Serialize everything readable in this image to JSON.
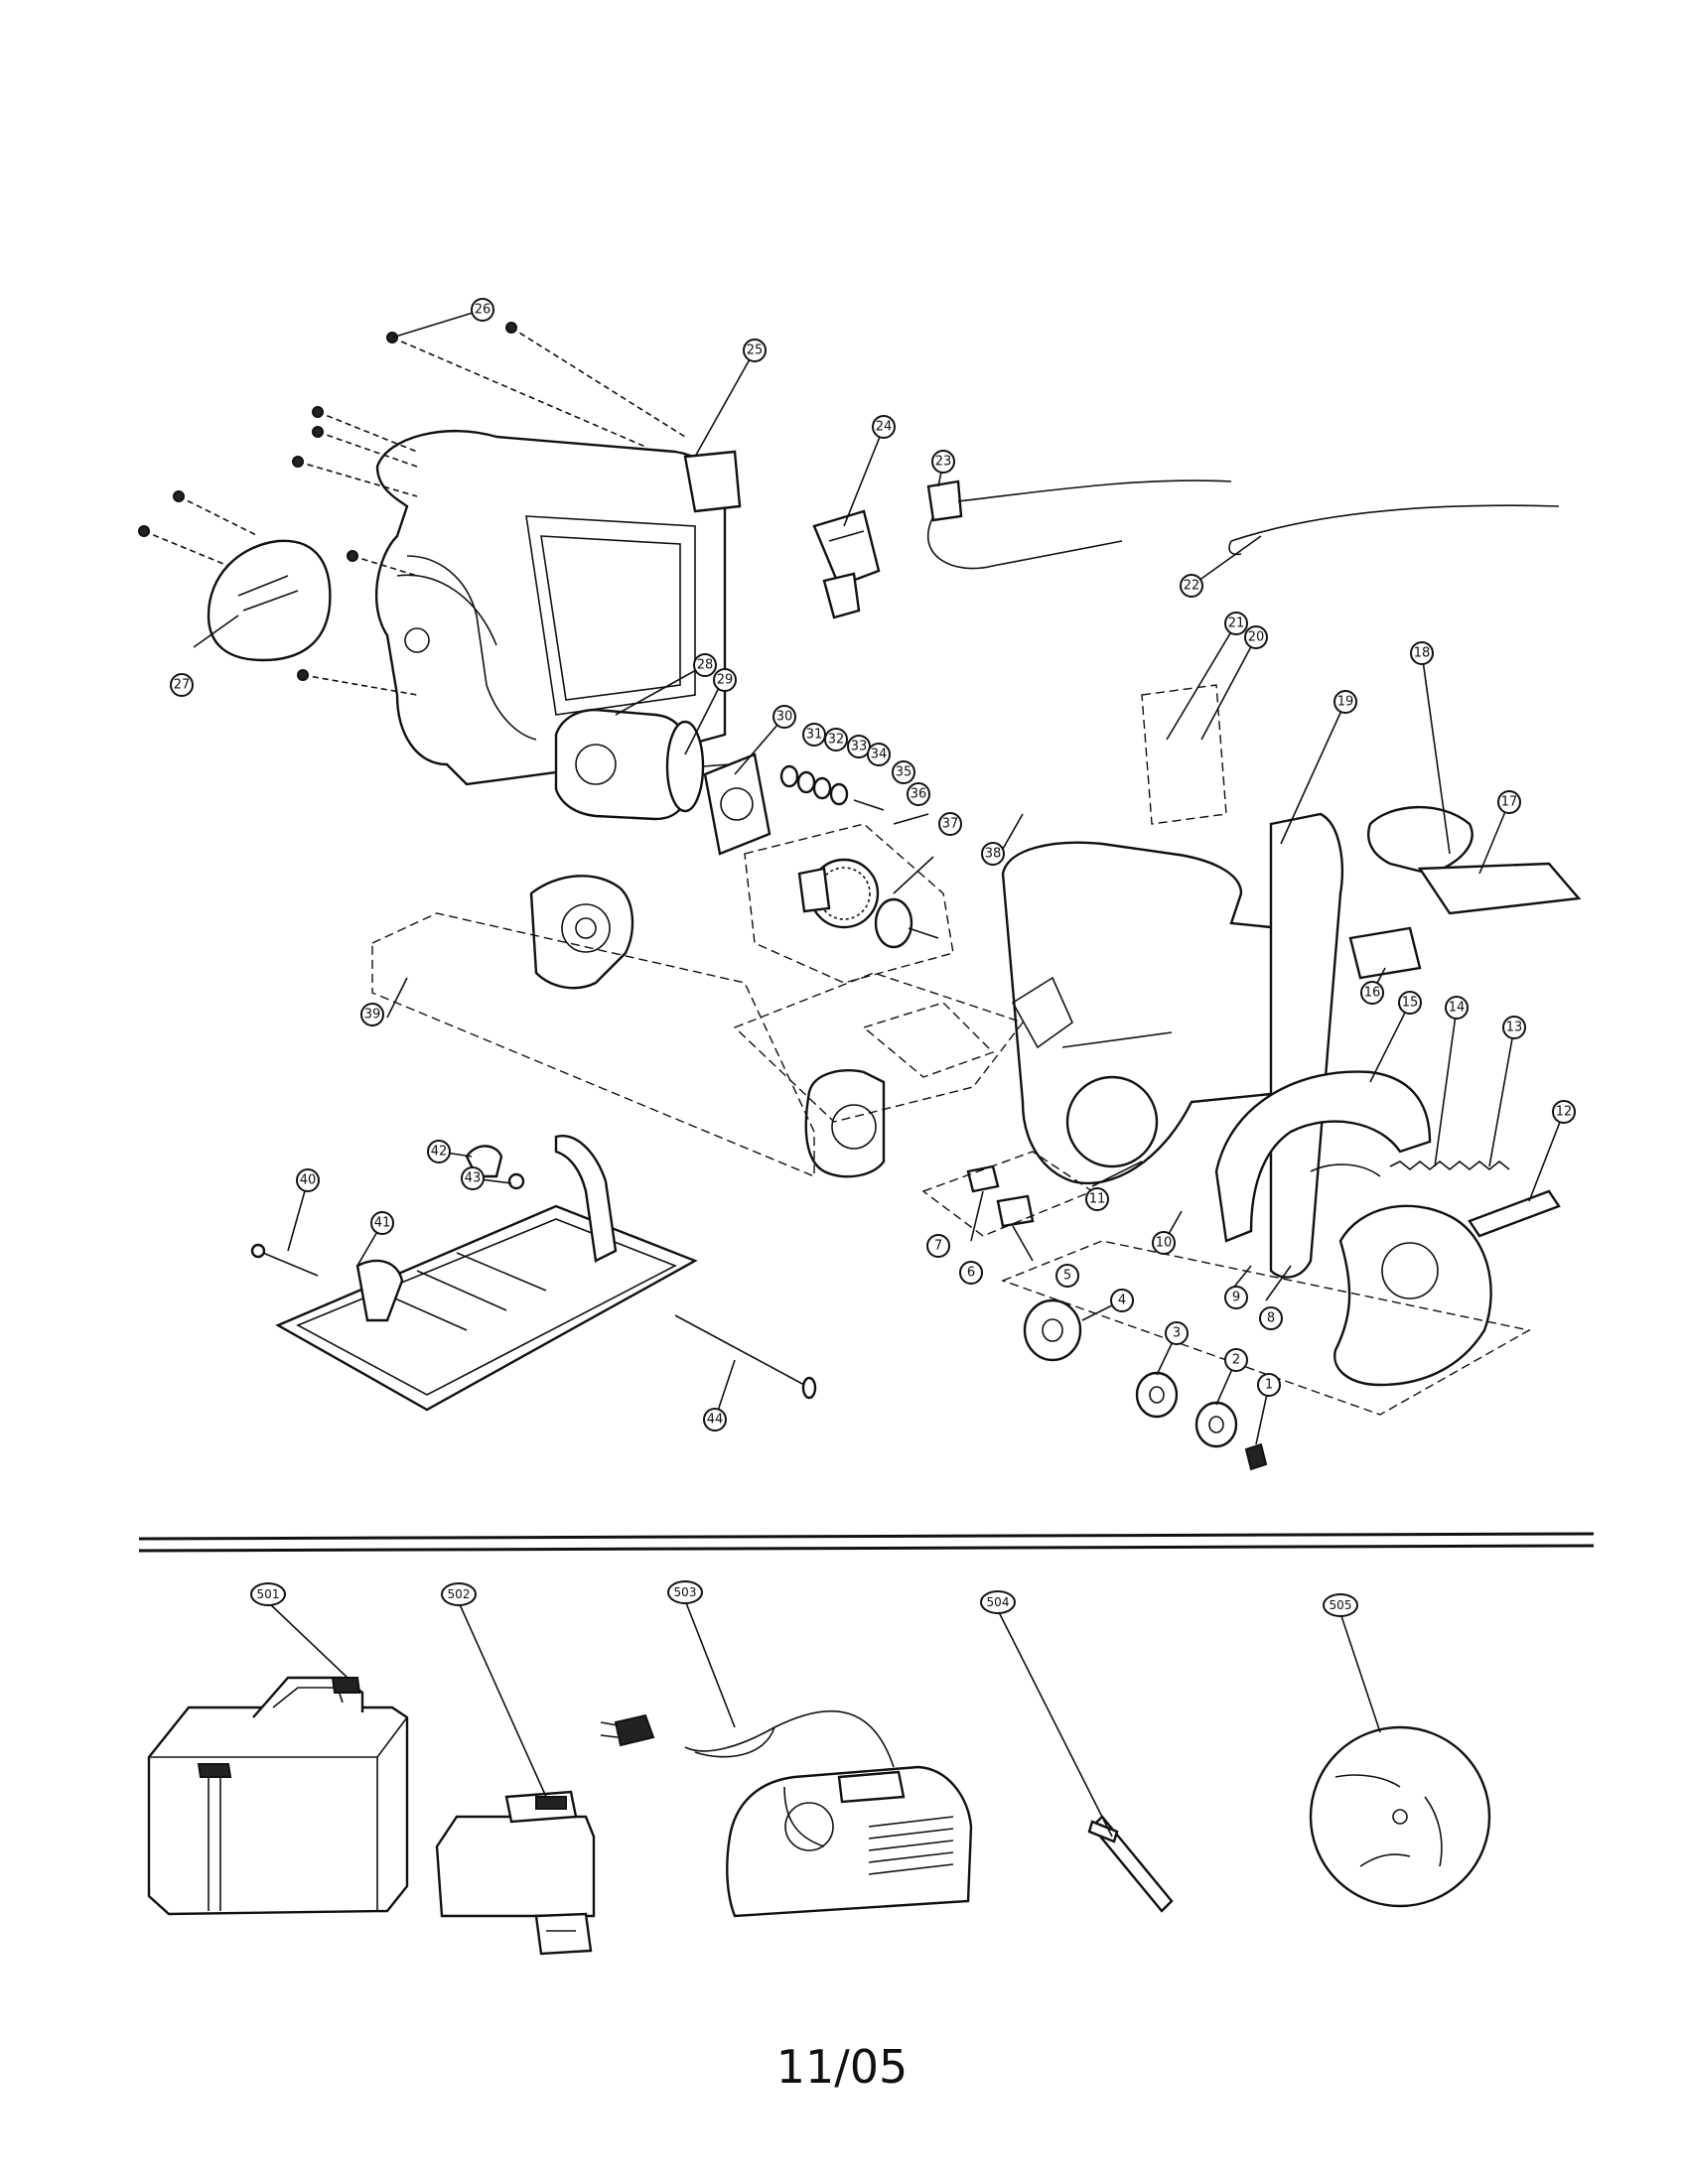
{
  "diagram": {
    "main_parts": [
      {
        "label": "1"
      },
      {
        "label": "2"
      },
      {
        "label": "3"
      },
      {
        "label": "4"
      },
      {
        "label": "5"
      },
      {
        "label": "6"
      },
      {
        "label": "7"
      },
      {
        "label": "8"
      },
      {
        "label": "9"
      },
      {
        "label": "10"
      },
      {
        "label": "11"
      },
      {
        "label": "12"
      },
      {
        "label": "13"
      },
      {
        "label": "14"
      },
      {
        "label": "15"
      },
      {
        "label": "16"
      },
      {
        "label": "17"
      },
      {
        "label": "18"
      },
      {
        "label": "19"
      },
      {
        "label": "20"
      },
      {
        "label": "21"
      },
      {
        "label": "22"
      },
      {
        "label": "23"
      },
      {
        "label": "24"
      },
      {
        "label": "25"
      },
      {
        "label": "26"
      },
      {
        "label": "27"
      },
      {
        "label": "28"
      },
      {
        "label": "29"
      },
      {
        "label": "30"
      },
      {
        "label": "31"
      },
      {
        "label": "32"
      },
      {
        "label": "33"
      },
      {
        "label": "34"
      },
      {
        "label": "35"
      },
      {
        "label": "36"
      },
      {
        "label": "37"
      },
      {
        "label": "38"
      },
      {
        "label": "39"
      },
      {
        "label": "40"
      },
      {
        "label": "41"
      },
      {
        "label": "42"
      },
      {
        "label": "43"
      },
      {
        "label": "44"
      }
    ],
    "accessories": [
      {
        "label": "501",
        "part": "carrying-case"
      },
      {
        "label": "502",
        "part": "battery-pack"
      },
      {
        "label": "503",
        "part": "charger"
      },
      {
        "label": "504",
        "part": "hex-key"
      },
      {
        "label": "505",
        "part": "saw-blade"
      }
    ]
  },
  "footer": {
    "date": "11/05"
  }
}
